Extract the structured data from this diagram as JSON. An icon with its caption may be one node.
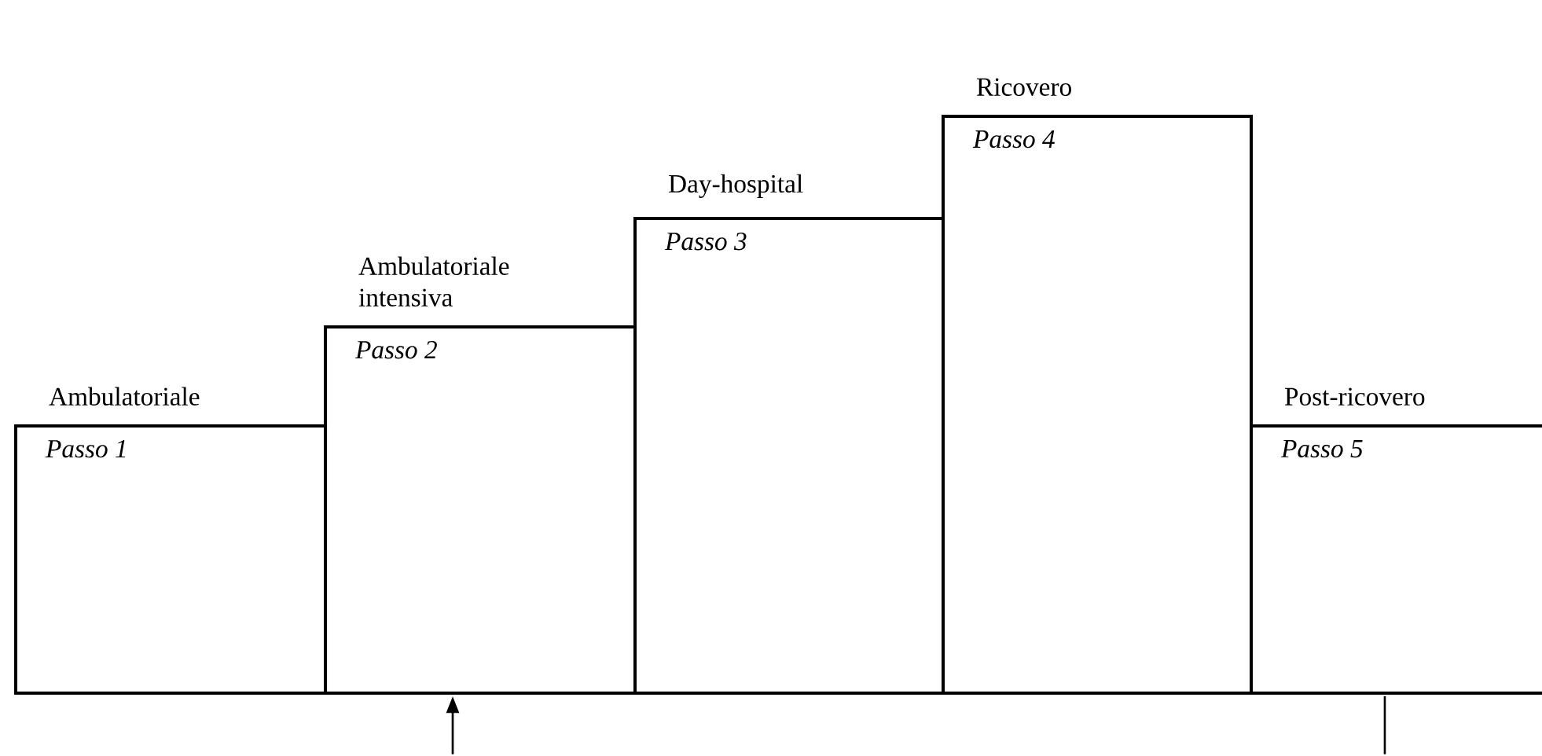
{
  "diagram": {
    "nodes": [
      {
        "text": [
          "Ambulatoriale",
          "*Passo 1*"
        ]
      },
      {
        "text": [
          "Ambulatoriale intensiva",
          "*Passo 2*"
        ]
      },
      {
        "text": [
          "Day-hospital",
          "*Passo 3*"
        ]
      },
      {
        "text": [
          "Ricovero",
          "*Passo 4*"
        ]
      },
      {
        "text": [
          "Post-ricovero",
          "*Passo 5*"
        ]
      }
    ],
    "edges": [
      {
        "from": null,
        "to": 1,
        "arrow": "to"
      },
      {
        "from": null,
        "to": 4,
        "arrow": "none"
      }
    ]
  }
}
